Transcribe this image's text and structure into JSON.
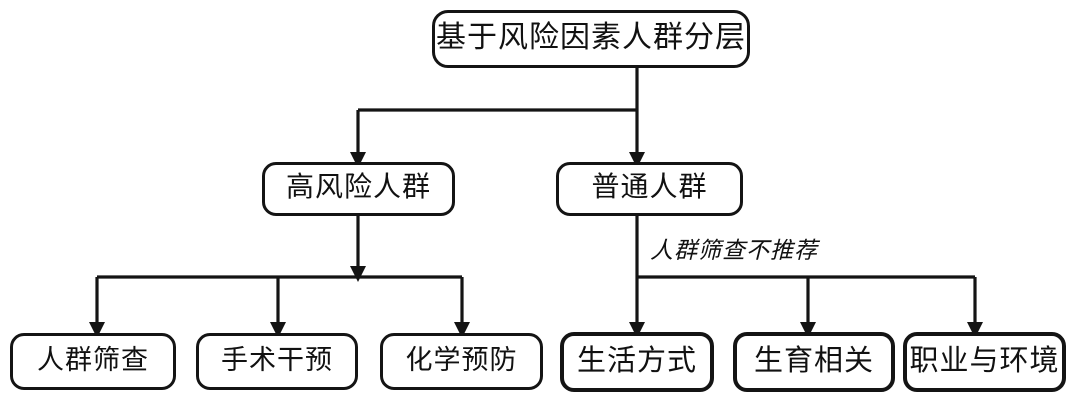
{
  "diagram": {
    "title": "基于风险因素人群分层",
    "root": {
      "id": "root",
      "label": "基于风险因素人群分层"
    },
    "level2": [
      {
        "id": "high-risk",
        "label": "高风险人群"
      },
      {
        "id": "general",
        "label": "普通人群"
      }
    ],
    "level3_high_risk": [
      {
        "id": "screening",
        "label": "人群筛查"
      },
      {
        "id": "surgery",
        "label": "手术干预"
      },
      {
        "id": "chemoprevention",
        "label": "化学预防"
      }
    ],
    "level3_general": [
      {
        "id": "lifestyle",
        "label": "生活方式"
      },
      {
        "id": "reproductive",
        "label": "生育相关"
      },
      {
        "id": "occupation-environment",
        "label": "职业与环境"
      }
    ],
    "edge_labels": [
      {
        "id": "no-screening",
        "label": "人群筛查不推荐"
      }
    ],
    "colors": {
      "stroke": "#141414",
      "fill": "#ffffff",
      "text": "#111111"
    }
  }
}
